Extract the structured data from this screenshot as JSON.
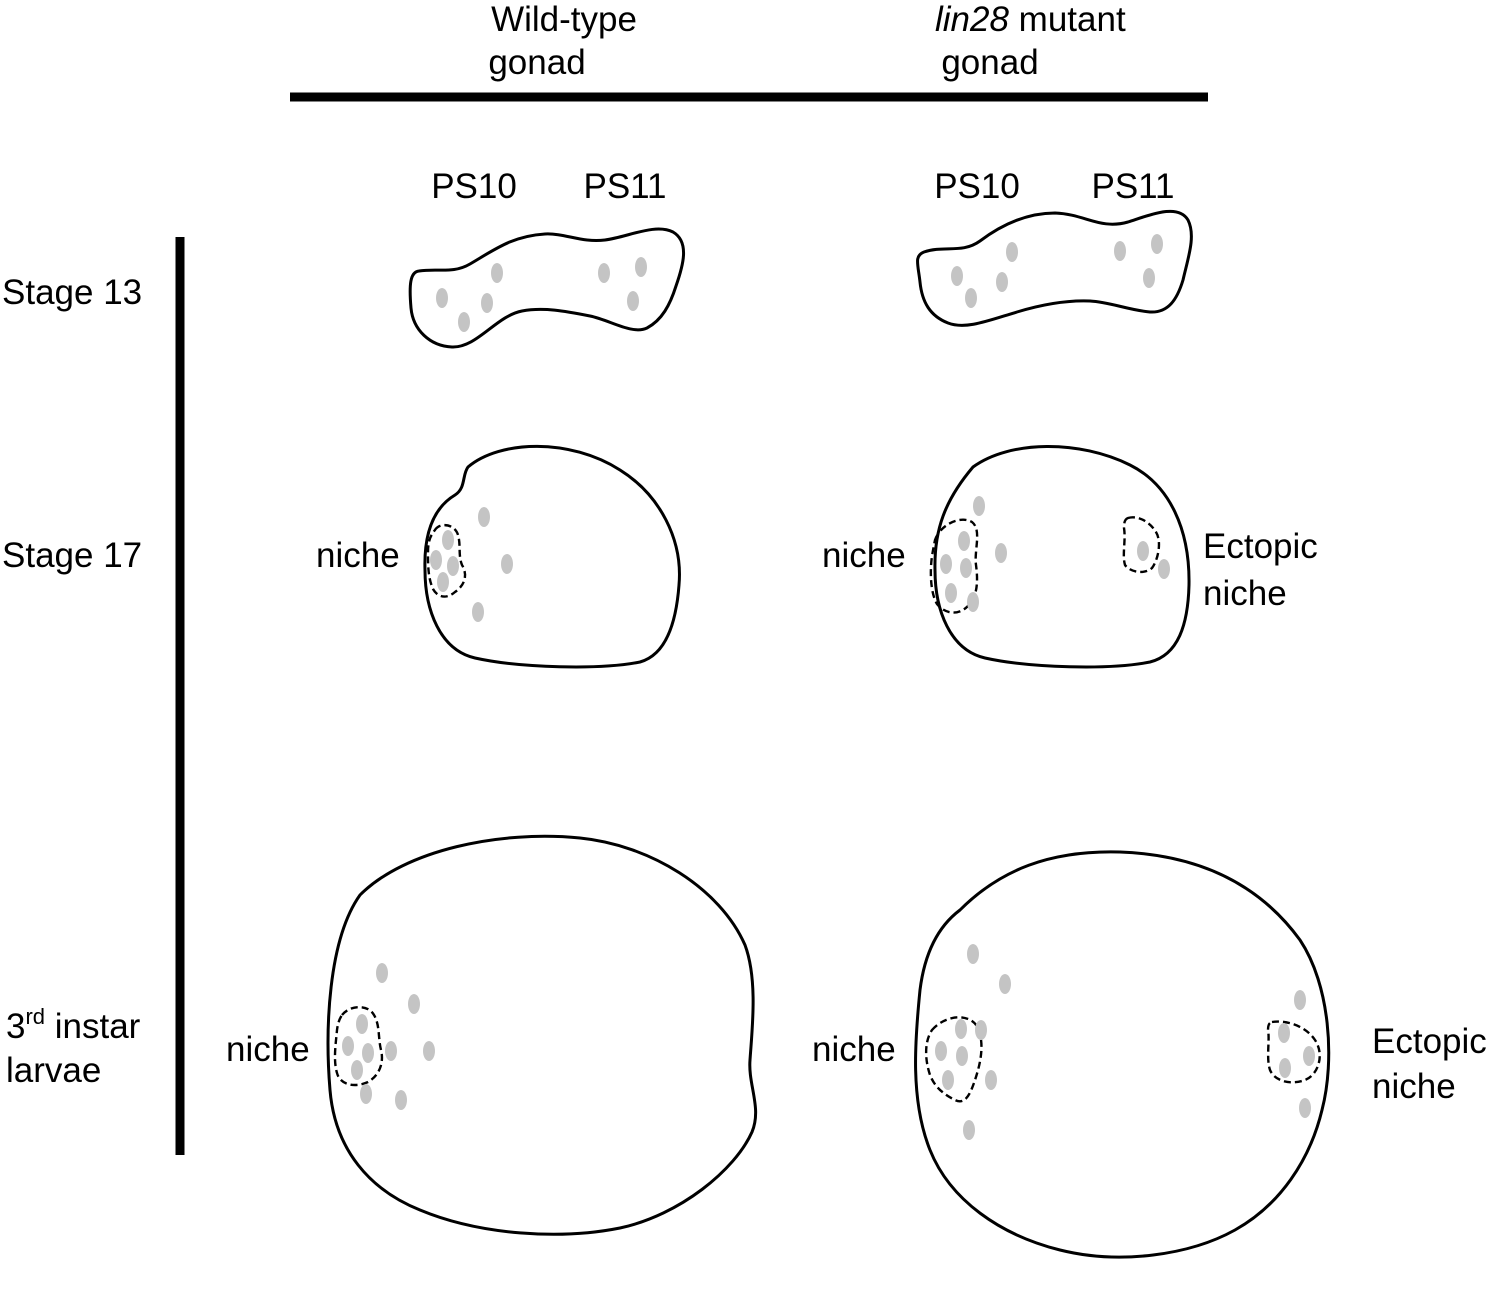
{
  "columns": [
    {
      "line1": "Wild-type",
      "line2": "gonad",
      "italic": ""
    },
    {
      "line1": " mutant",
      "line2": "gonad",
      "italic": "lin28"
    }
  ],
  "segments": {
    "ps10": "PS10",
    "ps11": "PS11"
  },
  "rows": {
    "stage13": "Stage 13",
    "stage17": "Stage 17",
    "larvae_prefix": "3",
    "larvae_sup": "rd",
    "larvae_rest": " instar",
    "larvae_line2": "larvae"
  },
  "labels": {
    "niche": "niche",
    "ectopic_line1": "Ectopic",
    "ectopic_line2": "niche"
  },
  "colors": {
    "cell": "#c4c4c4",
    "outline": "#000000"
  }
}
